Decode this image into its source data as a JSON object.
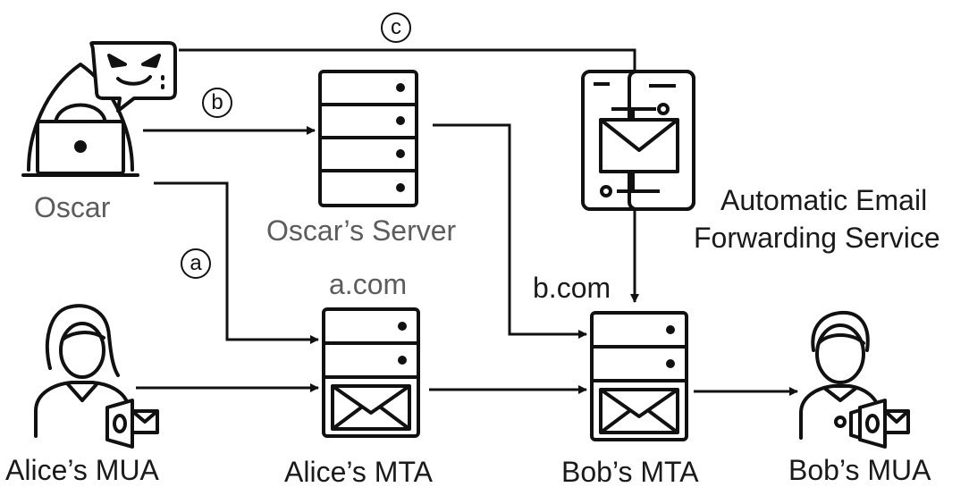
{
  "nodes": {
    "oscar": "Oscar",
    "oscars_server": "Oscar’s Server",
    "forwarding_service_line1": "Automatic Email",
    "forwarding_service_line2": "Forwarding Service",
    "alice_mua": "Alice’s MUA",
    "alice_mta": "Alice’s MTA",
    "bob_mta": "Bob’s MTA",
    "bob_mua": "Bob’s MUA"
  },
  "domains": {
    "a": "a.com",
    "b": "b.com"
  },
  "paths": {
    "a": "a",
    "b": "b",
    "c": "c"
  },
  "icons": {
    "oscar": "hooded-hacker-with-laptop-icon",
    "oscar_speech": "evil-face-speech-bubble-icon",
    "oscars_server": "server-rack-icon",
    "forwarding_service": "phone-email-forwarding-icon",
    "alice_mua": "woman-with-mail-client-icon",
    "alice_mta": "mail-server-icon",
    "bob_mta": "mail-server-icon",
    "bob_mua": "man-with-mail-client-icon"
  },
  "colors": {
    "stroke": "#111111",
    "label_text": "#5c5c5c"
  }
}
